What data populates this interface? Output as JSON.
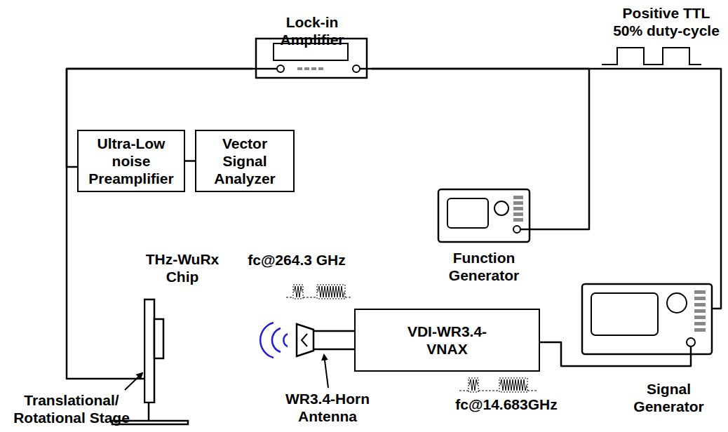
{
  "diagram": {
    "nodes": [
      {
        "text": [
          "Lock-in Amplifier"
        ]
      },
      {
        "text": [
          "Ultra-Low noise Preamplifier"
        ]
      },
      {
        "text": [
          "Vector Signal Analyzer"
        ]
      },
      {
        "text": [
          "Function Generator"
        ]
      },
      {
        "text": [
          "VDI-WR3.4-VNAX"
        ]
      },
      {
        "text": [
          "Signal Generator"
        ]
      },
      {
        "text": [
          "THz-WuRx Chip"
        ]
      }
    ],
    "edges": [
      {
        "from": 1,
        "to": 2,
        "arrow": "none"
      },
      {
        "from": 6,
        "to": 0,
        "arrow": "none"
      },
      {
        "from": 1,
        "to": 0,
        "arrow": "none"
      },
      {
        "from": 0,
        "to": 3,
        "arrow": "none"
      },
      {
        "from": 0,
        "to": 5,
        "arrow": "none"
      },
      {
        "from": 4,
        "to": 5,
        "arrow": "none"
      }
    ],
    "labels": [
      "Positive TTL 50% duty-cycle",
      "fc@264.3 GHz",
      "Translational/ Rotational Stage",
      "WR3.4-Horn Antenna",
      "fc@14.683GHz"
    ]
  }
}
